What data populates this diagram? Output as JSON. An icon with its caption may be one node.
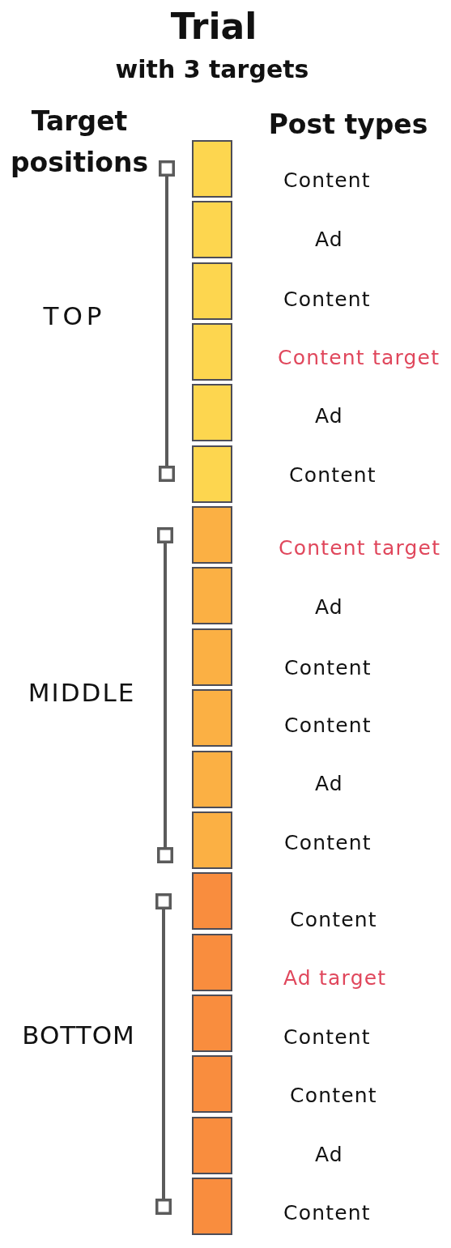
{
  "diagram": {
    "title": "Trial",
    "nodes": [
      {
        "text": [],
        "shape": "box"
      },
      {
        "text": [],
        "shape": "box"
      },
      {
        "text": [],
        "shape": "box"
      },
      {
        "text": [],
        "shape": "box"
      },
      {
        "text": [],
        "shape": "box"
      },
      {
        "text": [],
        "shape": "box"
      },
      {
        "text": [],
        "shape": "box"
      },
      {
        "text": [],
        "shape": "box"
      },
      {
        "text": [],
        "shape": "box"
      },
      {
        "text": [],
        "shape": "box"
      },
      {
        "text": [],
        "shape": "box"
      },
      {
        "text": [],
        "shape": "box"
      },
      {
        "text": [],
        "shape": "box"
      },
      {
        "text": [],
        "shape": "box"
      },
      {
        "text": [],
        "shape": "box"
      },
      {
        "text": [],
        "shape": "box"
      },
      {
        "text": [],
        "shape": "box"
      },
      {
        "text": [],
        "shape": "box"
      }
    ],
    "labels": [
      "with 3 targets",
      "Target positions",
      "Post types",
      "TOP",
      "MIDDLE",
      "BOTTOM",
      "Content",
      "Ad",
      "Content",
      "Content target",
      "Ad",
      "Content",
      "Content target",
      "Ad",
      "Content",
      "Content",
      "Ad",
      "Content",
      "Content",
      "Ad target",
      "Content",
      "Content",
      "Ad",
      "Content"
    ]
  }
}
